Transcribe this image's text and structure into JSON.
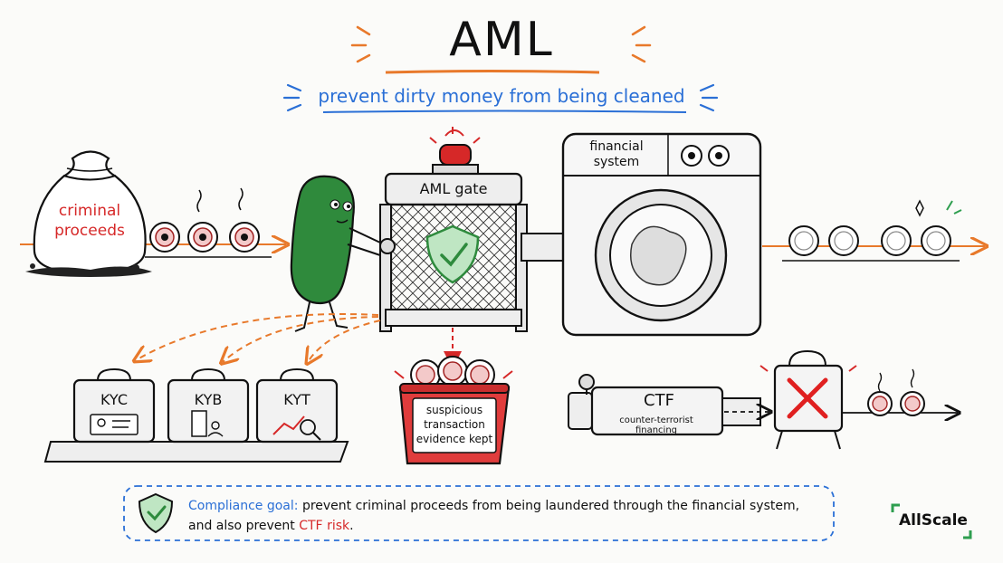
{
  "title": "AML",
  "subtitle": "prevent dirty money from being cleaned",
  "bag_label": [
    "criminal",
    "proceeds"
  ],
  "gate_label": "AML gate",
  "financial_system": [
    "financial",
    "system"
  ],
  "checks": [
    {
      "label": "KYC",
      "icon": "id-card-icon"
    },
    {
      "label": "KYB",
      "icon": "building-people-icon"
    },
    {
      "label": "KYT",
      "icon": "chart-magnifier-icon"
    }
  ],
  "basket_label": [
    "suspicious",
    "transaction",
    "evidence kept"
  ],
  "ctf": {
    "title": "CTF",
    "subtitle": "counter-terrorist financing"
  },
  "goal": {
    "label": "Compliance goal:",
    "line1": "prevent criminal proceeds from being laundered through the financial system,",
    "line2_prefix": "and also prevent",
    "line2_highlight": "CTF risk",
    "line2_suffix": "."
  },
  "brand": "AllScale",
  "colors": {
    "accent_orange": "#e8792b",
    "accent_blue": "#2a6fd6",
    "alert_red": "#d62828",
    "gate_green": "#3a9b4a",
    "brand_green": "#2e9e4f"
  }
}
